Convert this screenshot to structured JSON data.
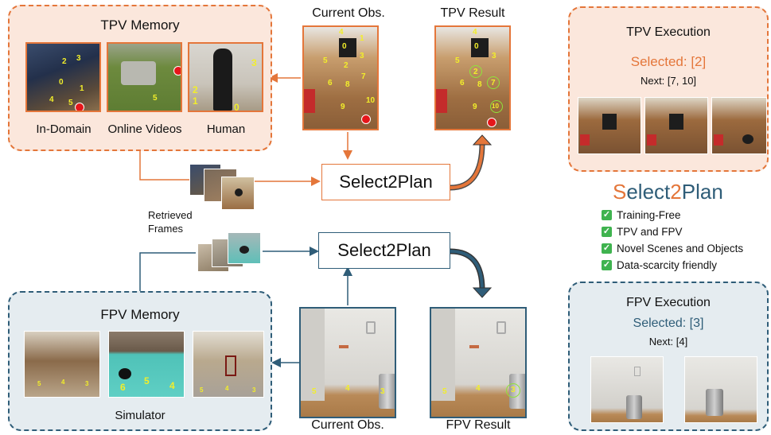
{
  "tpv_memory": {
    "title": "TPV Memory",
    "captions": [
      "In-Domain",
      "Online Videos",
      "Human"
    ]
  },
  "fpv_memory": {
    "title": "FPV Memory",
    "caption": "Simulator"
  },
  "top": {
    "current_obs_label": "Current Obs.",
    "result_label": "TPV Result",
    "method_label": "Select2Plan"
  },
  "bottom": {
    "current_obs_label": "Current Obs.",
    "result_label": "FPV Result",
    "method_label": "Select2Plan"
  },
  "retrieved": {
    "line1": "Retrieved",
    "line2": "Frames"
  },
  "tpv_execution": {
    "title": "TPV Execution",
    "selected": "Selected: [2]",
    "next": "Next: [7, 10]"
  },
  "fpv_execution": {
    "title": "FPV Execution",
    "selected": "Selected: [3]",
    "next": "Next: [4]"
  },
  "brand": {
    "S": "S",
    "elect": "elect",
    "two": "2",
    "P": "P",
    "lan": "lan"
  },
  "features": [
    "Training-Free",
    "TPV and FPV",
    "Novel Scenes and Objects",
    "Data-scarcity friendly"
  ],
  "colors": {
    "tpv_accent": "#e4763a",
    "fpv_accent": "#2f5d78",
    "marker_yellow": "#f2ee2a",
    "goal_red": "#e5161a",
    "check_green": "#3fb34f"
  }
}
